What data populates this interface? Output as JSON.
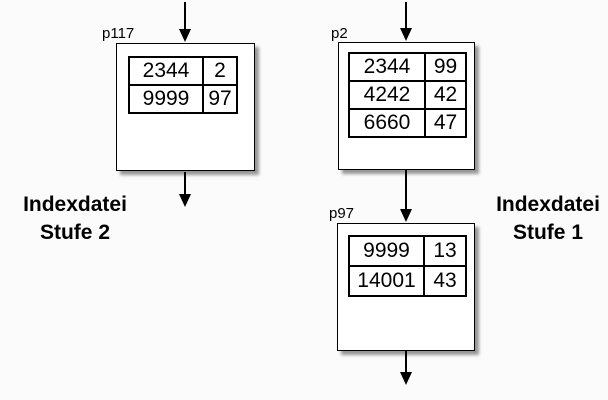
{
  "diagram": {
    "title_hint": "two-level index structure",
    "colors": {
      "background": "#fbfbfb",
      "box_fill": "#ffffff",
      "line": "#000000",
      "shadow": "rgba(0,0,0,0.40)"
    },
    "nodes": [
      {
        "label": "p117",
        "rows": [
          [
            "2344",
            "2"
          ],
          [
            "9999",
            "97"
          ]
        ]
      },
      {
        "label": "p2",
        "rows": [
          [
            "2344",
            "99"
          ],
          [
            "4242",
            "42"
          ],
          [
            "6660",
            "47"
          ]
        ]
      },
      {
        "label": "p97",
        "rows": [
          [
            "9999",
            "13"
          ],
          [
            "14001",
            "43"
          ]
        ]
      }
    ],
    "captions": {
      "left": {
        "line1": "Indexdatei",
        "line2": "Stufe 2"
      },
      "right": {
        "line1": "Indexdatei",
        "line2": "Stufe 1"
      }
    }
  }
}
